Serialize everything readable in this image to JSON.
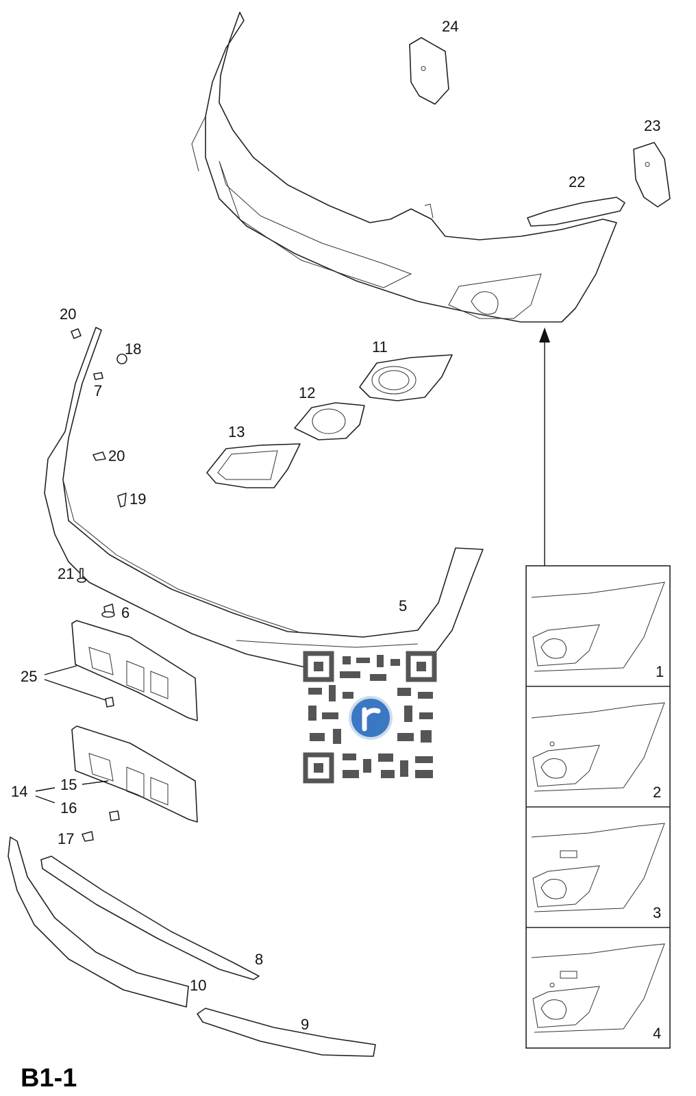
{
  "diagram": {
    "title": "B1-1",
    "labels": {
      "p1": "1",
      "p2": "2",
      "p3": "3",
      "p4": "4",
      "p5": "5",
      "p6": "6",
      "p7": "7",
      "p8": "8",
      "p9": "9",
      "p10": "10",
      "p11": "11",
      "p12": "12",
      "p13": "13",
      "p14": "14",
      "p15": "15",
      "p16": "16",
      "p17": "17",
      "p18": "18",
      "p19": "19",
      "p20a": "20",
      "p20b": "20",
      "p21": "21",
      "p22": "22",
      "p23": "23",
      "p24": "24",
      "p25": "25"
    },
    "variant_panels": [
      "1",
      "2",
      "3",
      "4"
    ]
  }
}
